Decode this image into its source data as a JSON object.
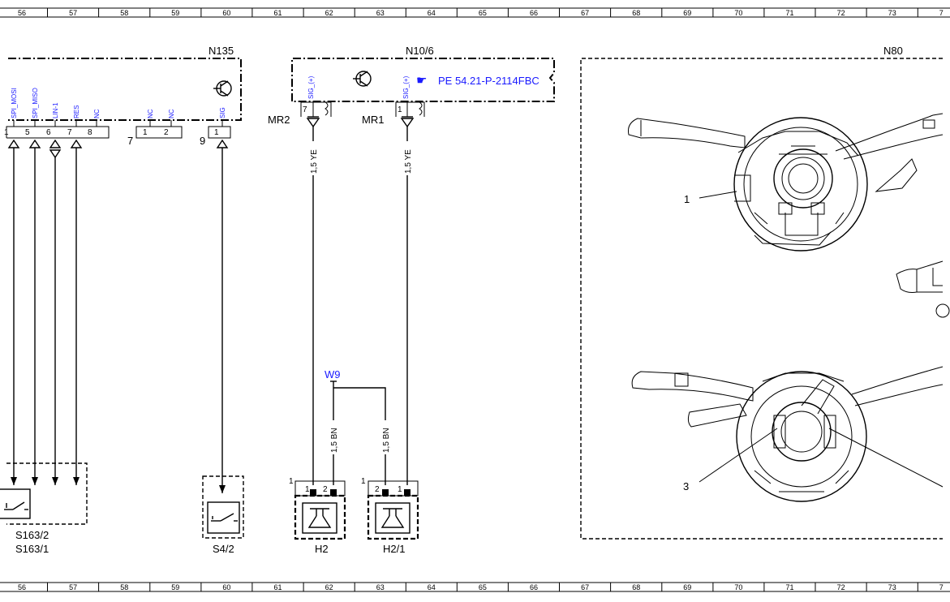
{
  "ruler": {
    "top": [
      "56",
      "57",
      "58",
      "59",
      "60",
      "61",
      "62",
      "63",
      "64",
      "65",
      "66",
      "67",
      "68",
      "69",
      "70",
      "71",
      "72",
      "73",
      "7"
    ],
    "bottom": [
      "56",
      "57",
      "58",
      "59",
      "60",
      "61",
      "62",
      "63",
      "64",
      "65",
      "66",
      "67",
      "68",
      "69",
      "70",
      "71",
      "72",
      "73",
      "7"
    ]
  },
  "components": {
    "n135": {
      "title": "N135",
      "signals": [
        "SPI_MOSI",
        "SPI_MISO",
        "LIN-1",
        "RES",
        "NC",
        "NC",
        "NC",
        "SIG"
      ],
      "pins": [
        "1",
        "5",
        "6",
        "7",
        "8",
        "1",
        "2",
        "1"
      ],
      "connectors": [
        "7",
        "9"
      ]
    },
    "n10_6": {
      "title": "N10/6",
      "signals": [
        "SIG_(+)",
        "SIG_(+)"
      ],
      "pins": [
        "7",
        "1"
      ],
      "relays": [
        "MR2",
        "MR1"
      ],
      "reference": "PE 54.21-P-2114FBC"
    },
    "n80": {
      "title": "N80",
      "callouts": [
        "1",
        "3"
      ]
    }
  },
  "wires": {
    "ye_left": "1,5 YE",
    "ye_right": "1,5 YE",
    "bn_left": "1,5 BN",
    "bn_right": "1,5 BN",
    "ground_point": "W9"
  },
  "bottom_components": {
    "s163": {
      "label1": "S163/2",
      "label2": "S163/1"
    },
    "s4_2": {
      "label": "S4/2"
    },
    "h2": {
      "label": "H2",
      "connector": "1",
      "pins": [
        "1",
        "2"
      ]
    },
    "h2_1": {
      "label": "H2/1",
      "connector": "1",
      "pins": [
        "2",
        "1"
      ]
    }
  }
}
